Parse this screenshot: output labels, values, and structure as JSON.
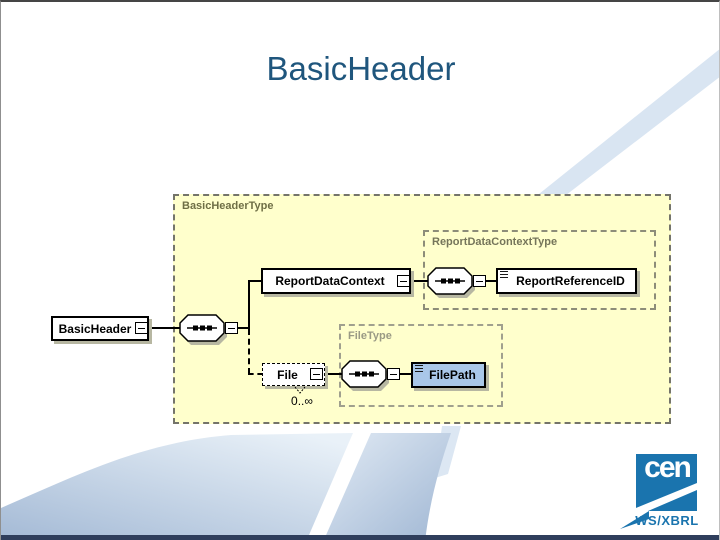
{
  "slide": {
    "title": "BasicHeader"
  },
  "diagram": {
    "containers": {
      "basic_header_type": "BasicHeaderType",
      "report_data_context_type": "ReportDataContextType",
      "file_type": "FileType"
    },
    "elements": {
      "basic_header": "BasicHeader",
      "report_data_context": "ReportDataContext",
      "report_reference_id": "ReportReferenceID",
      "file": "File",
      "file_path": "FilePath"
    },
    "occurrence_file": "0..∞",
    "colors": {
      "container_fill": "#ffffcc",
      "selected_element_fill": "#a9c7e9"
    }
  },
  "footer": {
    "logo_text": "cen",
    "logo_subtext": "WS/XBRL",
    "logo_color": "#1a74ae",
    "bottom_bar_color": "#2f3e5c"
  },
  "colors": {
    "title": "#1f567d",
    "swoosh_light": "#d9e5f2"
  }
}
